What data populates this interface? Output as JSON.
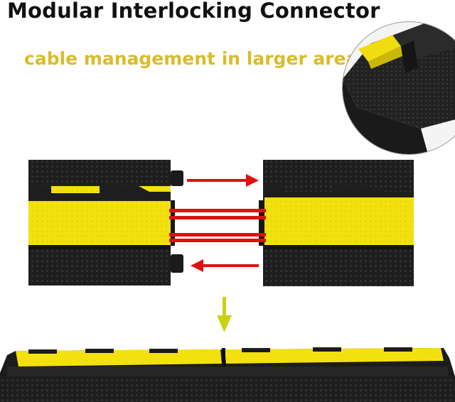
{
  "heading": "Modular Interlocking Connector",
  "subheading": "cable management in larger areas",
  "colors": {
    "rubber_black": "#1e1e1e",
    "ramp_yellow": "#f3e10f",
    "arrow_red": "#e01010",
    "arrow_down": "#c9d314",
    "subheading": "#d8bd2a"
  },
  "icons": {
    "detail": "magnified-connector-detail",
    "arrow_connect": "arrow-right-icon",
    "arrow_lock": "arrow-left-icon",
    "arrow_result": "arrow-down-icon"
  }
}
